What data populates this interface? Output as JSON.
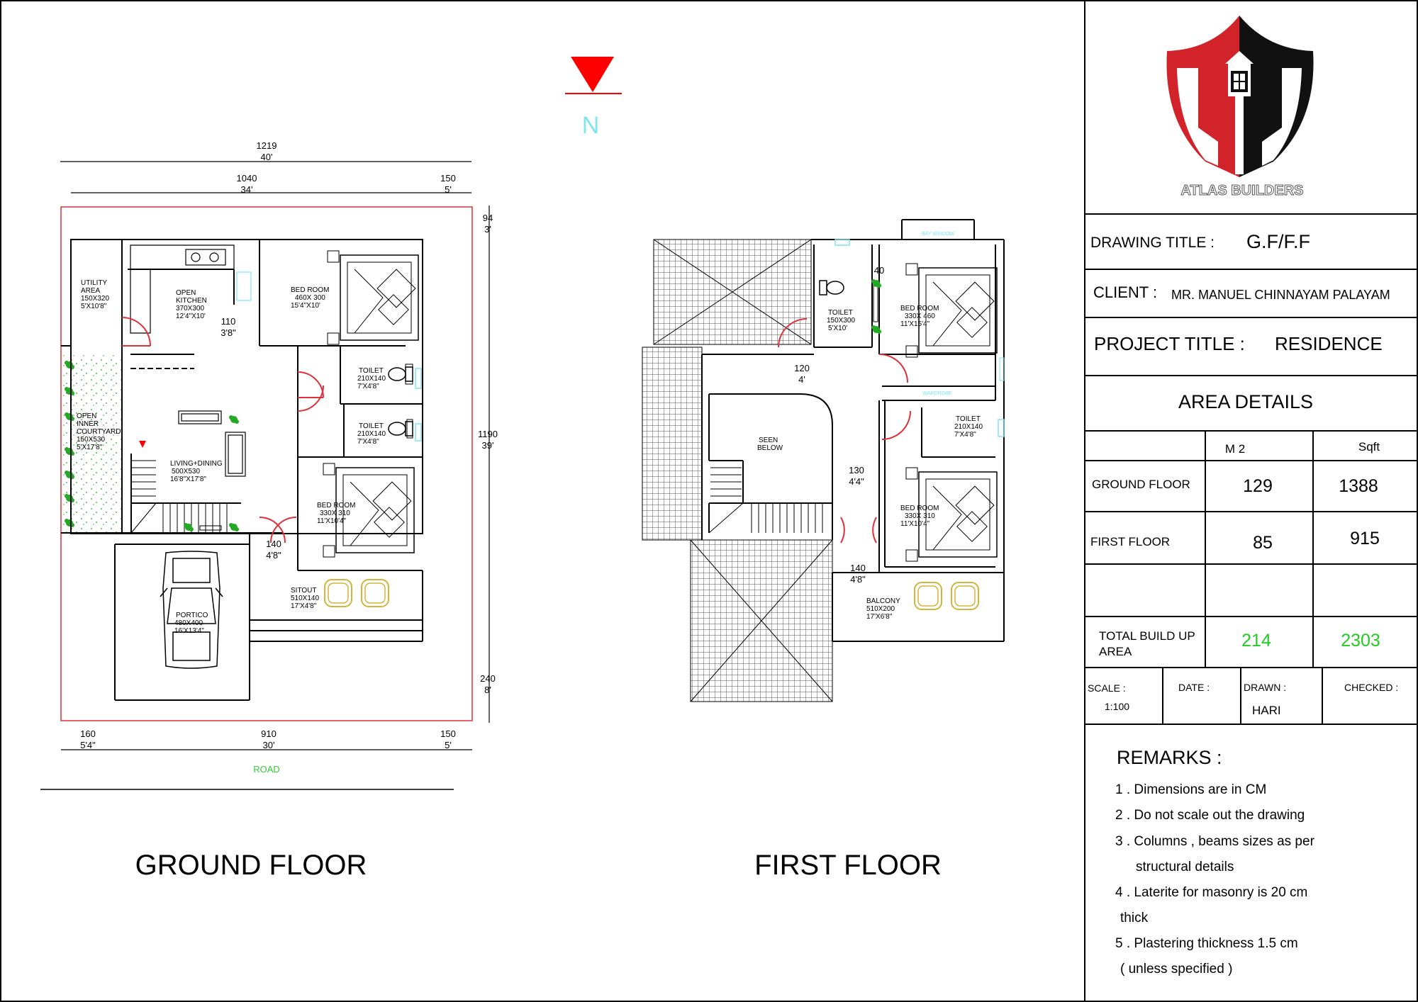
{
  "north": {
    "label": "N"
  },
  "ground_floor": {
    "title": "GROUND FLOOR",
    "overall_width": {
      "value": "1219",
      "ft": "40'"
    },
    "top_main": {
      "value": "1040",
      "ft": "34'"
    },
    "top_side": {
      "value": "150",
      "ft": "5'"
    },
    "top_setback": {
      "value": "94",
      "ft": "3'"
    },
    "overall_depth": {
      "value": "1190",
      "ft": "39'"
    },
    "front_setback": {
      "value": "240",
      "ft": "8'"
    },
    "bottom_left": {
      "value": "160",
      "ft": "5'4\""
    },
    "bottom_main": {
      "value": "910",
      "ft": "30'"
    },
    "bottom_right": {
      "value": "150",
      "ft": "5'"
    },
    "road": "ROAD",
    "rooms": {
      "utility": [
        "UTILITY",
        "AREA",
        "150X320",
        "5'X10'8\""
      ],
      "kitchen": [
        "OPEN",
        "KITCHEN",
        "370X300",
        "12'4\"X10'"
      ],
      "bedroom1": [
        "BED ROOM",
        "460X 300",
        "15'4\"X10'"
      ],
      "toilet1": [
        "TOILET",
        "210X140",
        "7'X4'8\""
      ],
      "toilet2": [
        "TOILET",
        "210X140",
        "7'X4'8\""
      ],
      "courtyard": [
        "OPEN",
        "INNER",
        "COURTYARD",
        "150X530",
        "5'X17'8\""
      ],
      "living": [
        "LIVING+DINING",
        "500X530",
        "16'8\"X17'8\""
      ],
      "bedroom2": [
        "BED ROOM",
        "330X 310",
        "11'X10'4\""
      ],
      "sitout": [
        "SITOUT",
        "510X140",
        "17'X4'8\""
      ],
      "portico": [
        "PORTICO",
        "480X400",
        "16'X13'4\""
      ]
    },
    "dim_110": {
      "value": "110",
      "ft": "3'8\""
    },
    "dim_140": {
      "value": "140",
      "ft": "4'8\""
    }
  },
  "first_floor": {
    "title": "FIRST FLOOR",
    "bay_window": "BAY WINDOW",
    "wardrobe": "WARDROBE",
    "rooms": {
      "toilet1": [
        "TOILET",
        "150X300",
        "5'X10'"
      ],
      "bedroom1": [
        "BED ROOM",
        "330X 460",
        "11'X15'4\""
      ],
      "seen_below": [
        "SEEN",
        "BELOW"
      ],
      "toilet2": [
        "TOILET",
        "210X140",
        "7'X4'8\""
      ],
      "bedroom2": [
        "BED ROOM",
        "330X 310",
        "11'X10'4\""
      ],
      "balcony": [
        "BALCONY",
        "510X200",
        "17'X6'8\""
      ]
    },
    "dim_40": "40",
    "dim_120": {
      "value": "120",
      "ft": "4'"
    },
    "dim_130": {
      "value": "130",
      "ft": "4'4\""
    },
    "dim_140": {
      "value": "140",
      "ft": "4'8\""
    }
  },
  "title_block": {
    "company": "ATLAS BUILDERS",
    "drawing_title_label": "DRAWING TITLE :",
    "drawing_title": "G.F/F.F",
    "client_label": "CLIENT  :",
    "client": "MR. MANUEL CHINNAYAM PALAYAM",
    "project_title_label": "PROJECT TITLE :",
    "project_title": "RESIDENCE",
    "area_details": "AREA DETAILS",
    "area_table": {
      "headers": [
        "M 2",
        "Sqft"
      ],
      "rows": [
        {
          "label": "GROUND FLOOR",
          "m2": "129",
          "sqft": "1388"
        },
        {
          "label": "FIRST FLOOR",
          "m2": "85",
          "sqft": "915"
        }
      ],
      "total": {
        "label_1": "TOTAL BUILD UP",
        "label_2": "AREA",
        "m2": "214",
        "sqft": "2303"
      }
    },
    "scale_label": "SCALE :",
    "scale": "1:100",
    "date_label": "DATE :",
    "drawn_label": "DRAWN :",
    "drawn": "HARI",
    "checked_label": "CHECKED :",
    "remarks_title": "REMARKS :",
    "remarks": [
      "1 . Dimensions are in CM",
      "2 . Do not scale out the drawing",
      "3 . Columns , beams sizes as per",
      "structural details",
      "4 . Laterite for masonry is 20 cm",
      "thick",
      "5 . Plastering thickness 1.5 cm",
      "( unless specified )"
    ],
    "colors": {
      "logo_red": "#d2232a",
      "logo_black": "#111111",
      "total_green": "#22cc22",
      "road_green": "#33cc33",
      "north_red": "#ff0000",
      "north_cyan": "#7fe6ee"
    }
  }
}
